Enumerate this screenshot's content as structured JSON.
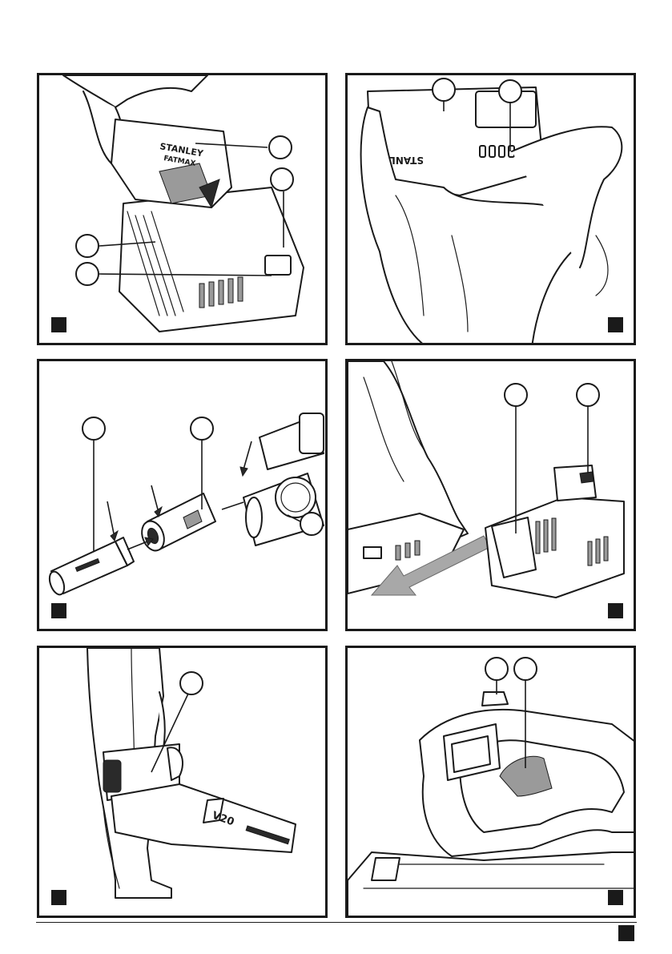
{
  "panels": [
    {
      "name": "charger-panel",
      "brand_text": [
        "STANLEY",
        "FATMAX"
      ]
    },
    {
      "name": "battery-gauge-panel",
      "brand_text": [
        "STANLEY"
      ]
    },
    {
      "name": "nozzle-assembly-panel",
      "brand_text": []
    },
    {
      "name": "battery-removal-panel",
      "brand_text": []
    },
    {
      "name": "operator-holding-blower-panel",
      "brand_text": [
        "V20"
      ]
    },
    {
      "name": "handle-closeup-panel",
      "brand_text": []
    }
  ],
  "colors": {
    "ink": "#1a1a1a",
    "arrow_grey": "#a8a8a8",
    "background": "#ffffff"
  }
}
